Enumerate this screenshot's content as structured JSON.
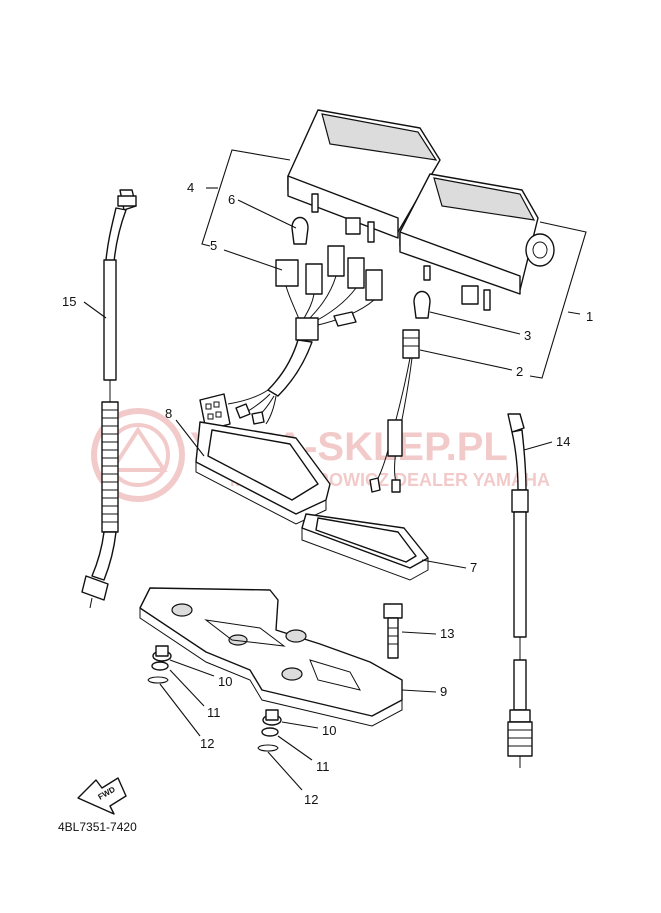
{
  "diagram": {
    "code": "4BL7351-7420",
    "fwd_label": "FWD",
    "watermark": {
      "title": "YAMA-SKLEP.PL",
      "subtitle": "MACIEJ KROWICZ DEALER YAMAHA",
      "color": "#e8a0a0"
    },
    "callouts": [
      {
        "id": "c1",
        "label": "1"
      },
      {
        "id": "c2",
        "label": "2"
      },
      {
        "id": "c3",
        "label": "3"
      },
      {
        "id": "c4",
        "label": "4"
      },
      {
        "id": "c5",
        "label": "5"
      },
      {
        "id": "c6",
        "label": "6"
      },
      {
        "id": "c7",
        "label": "7"
      },
      {
        "id": "c8",
        "label": "8"
      },
      {
        "id": "c9",
        "label": "9"
      },
      {
        "id": "c10a",
        "label": "10"
      },
      {
        "id": "c10b",
        "label": "10"
      },
      {
        "id": "c11a",
        "label": "11"
      },
      {
        "id": "c11b",
        "label": "11"
      },
      {
        "id": "c12a",
        "label": "12"
      },
      {
        "id": "c12b",
        "label": "12"
      },
      {
        "id": "c13",
        "label": "13"
      },
      {
        "id": "c14",
        "label": "14"
      },
      {
        "id": "c15",
        "label": "15"
      }
    ]
  }
}
